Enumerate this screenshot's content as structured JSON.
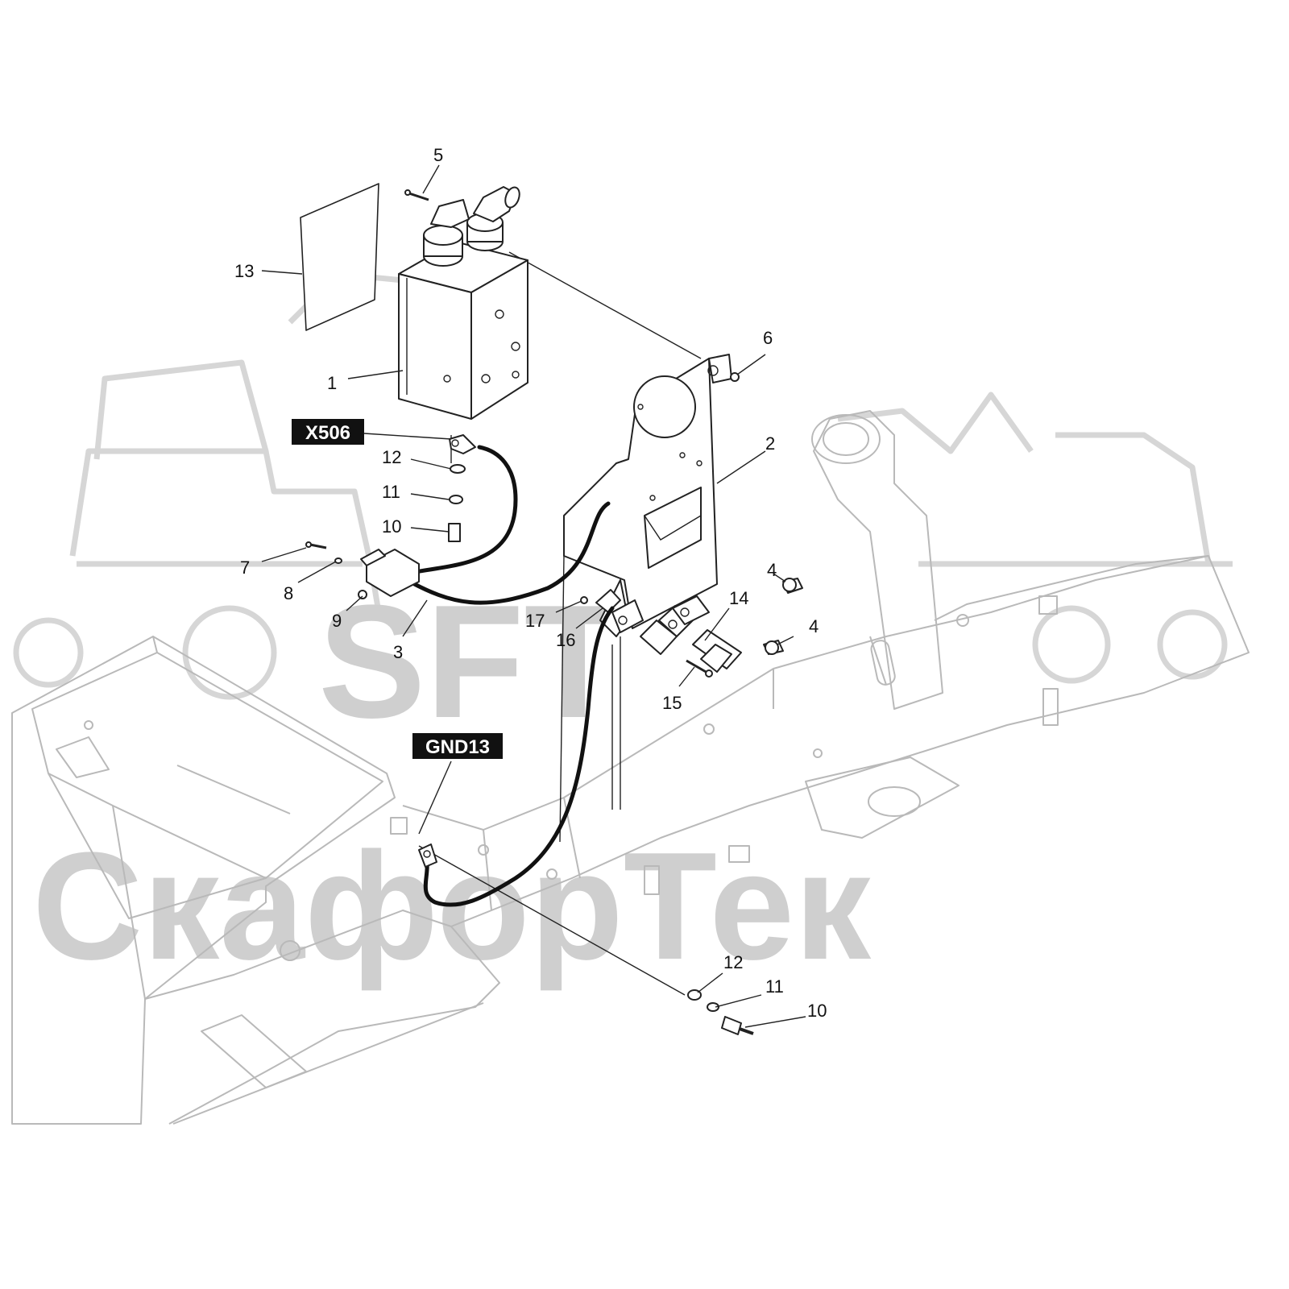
{
  "diagram": {
    "callouts": {
      "c1": "1",
      "c2": "2",
      "c3": "3",
      "c4a": "4",
      "c4b": "4",
      "c5": "5",
      "c6": "6",
      "c7": "7",
      "c8": "8",
      "c9": "9",
      "c10a": "10",
      "c10b": "10",
      "c11a": "11",
      "c11b": "11",
      "c12a": "12",
      "c12b": "12",
      "c13": "13",
      "c14": "14",
      "c15": "15",
      "c16": "16",
      "c17": "17"
    },
    "tags": {
      "connector": "X506",
      "ground": "GND13"
    }
  },
  "watermark": {
    "logo": "SFT",
    "brand": "СкафорТек"
  },
  "colors": {
    "line": "#222222",
    "frame": "#b9b9b9",
    "tag_background": "#111111",
    "watermark": "#cfcfcf"
  }
}
